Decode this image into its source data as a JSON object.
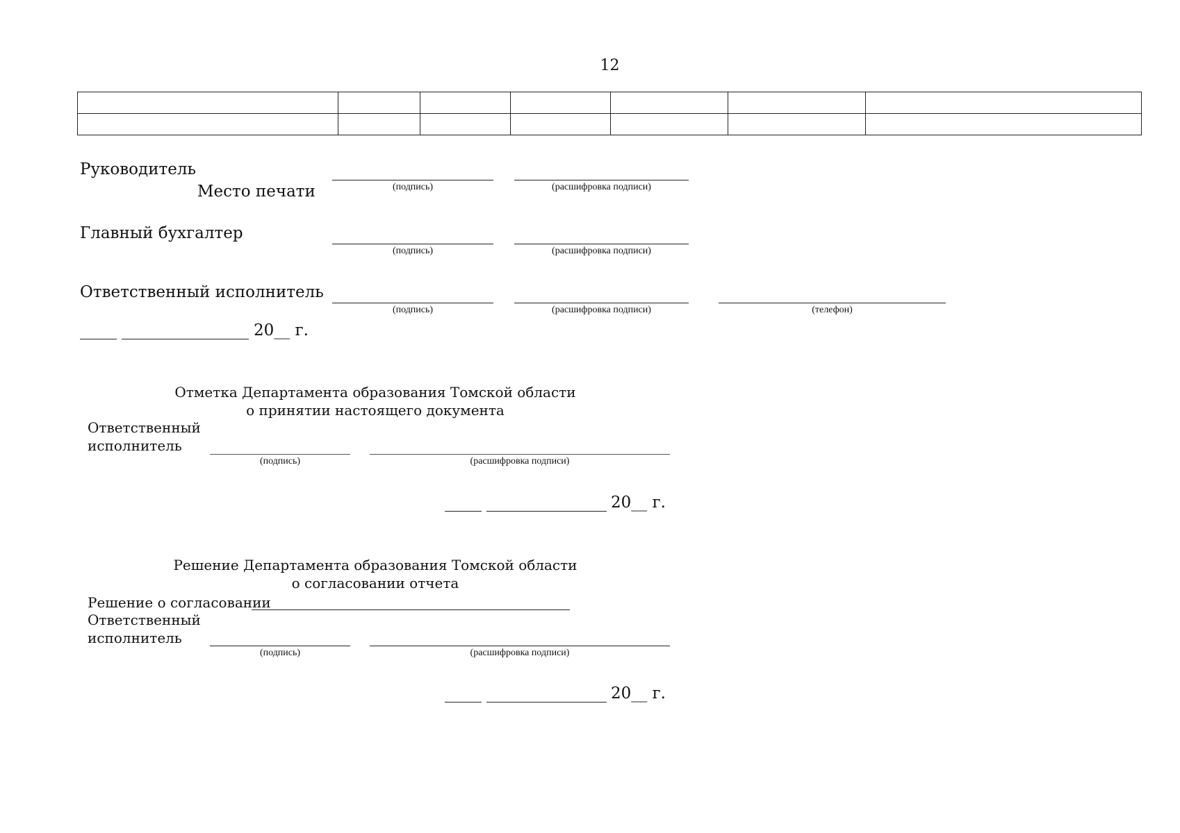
{
  "page": {
    "number": "12"
  },
  "table": {
    "rows": 2,
    "cols": 7
  },
  "signatures": {
    "head": {
      "label": "Руководитель",
      "seal": "Место печати",
      "cap_sign": "(подпись)",
      "cap_name": "(расшифровка подписи)"
    },
    "accountant": {
      "label": "Главный бухгалтер",
      "cap_sign": "(подпись)",
      "cap_name": "(расшифровка подписи)"
    },
    "executor": {
      "label": "Ответственный исполнитель",
      "cap_sign": "(подпись)",
      "cap_name": "(расшифровка подписи)",
      "cap_phone": "(телефон)"
    },
    "date": "20__ г."
  },
  "mark": {
    "title_line1": "Отметка Департамента образования Томской области",
    "title_line2": "о принятии настоящего документа",
    "executor_line1": "Ответственный",
    "executor_line2": "исполнитель",
    "cap_sign": "(подпись)",
    "cap_name": "(расшифровка подписи)",
    "date": "20__ г."
  },
  "decision": {
    "title_line1": "Решение Департамента образования Томской области",
    "title_line2": "о согласовании отчета",
    "approval_label": "Решение о согласовании",
    "executor_line1": "Ответственный",
    "executor_line2": "исполнитель",
    "cap_sign": "(подпись)",
    "cap_name": "(расшифровка подписи)",
    "date": "20__ г."
  }
}
